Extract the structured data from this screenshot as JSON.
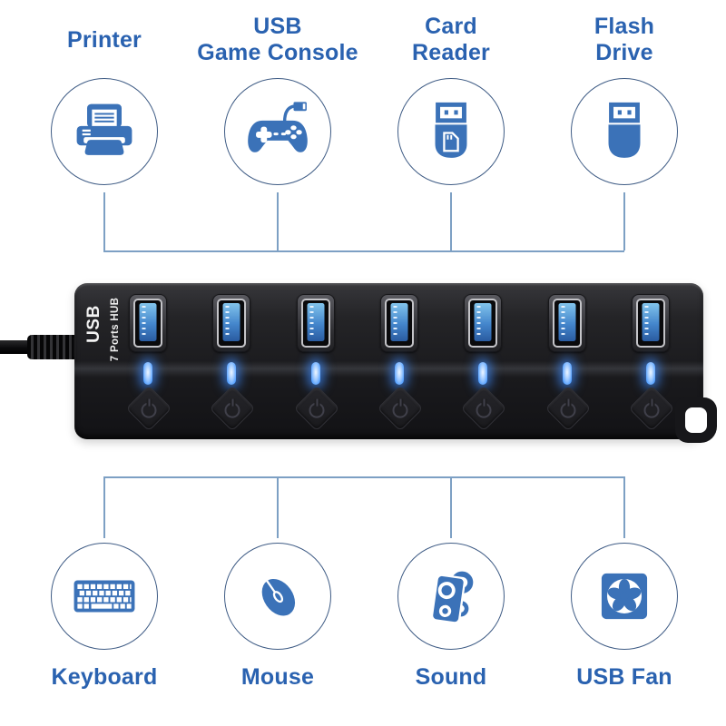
{
  "colors": {
    "label_blue": "#2a62b0",
    "icon_blue": "#3b72b8",
    "connector_line": "#7da0c4",
    "led_blue": "#4f9dff",
    "hub_black": "#1b1b1e",
    "port_blue": "#4486cc"
  },
  "top_devices": [
    {
      "label": "Printer",
      "icon": "printer-icon"
    },
    {
      "label": "USB\nGame Console",
      "icon": "game-controller-icon"
    },
    {
      "label": "Card\nReader",
      "icon": "card-reader-icon"
    },
    {
      "label": "Flash\nDrive",
      "icon": "flash-drive-icon"
    }
  ],
  "bottom_devices": [
    {
      "label": "Keyboard",
      "icon": "keyboard-icon"
    },
    {
      "label": "Mouse",
      "icon": "mouse-icon"
    },
    {
      "label": "Sound",
      "icon": "sound-speaker-icon"
    },
    {
      "label": "USB Fan",
      "icon": "usb-fan-icon"
    }
  ],
  "hub": {
    "side_label_line1": "USB",
    "side_label_line2": "7 Ports HUB",
    "port_count": 7
  }
}
